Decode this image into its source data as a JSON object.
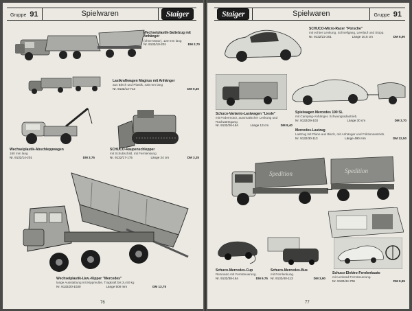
{
  "left_page": {
    "header": {
      "group_label": "Gruppe",
      "group_number": "91",
      "title": "Spielwaren",
      "brand": "Staiger"
    },
    "page_number": "76",
    "items": [
      {
        "title": "Wechselplastik-Sattelzug mit Anhänger",
        "description": "(ohne Motor), 120 mm lang",
        "code": "Nr. 9132/10-201",
        "price": "DM 2,70"
      },
      {
        "title": "Lastkraftwagen Magirus mit Anhänger",
        "description": "aus Blech und Plastik, 430 mm lang",
        "code": "Nr. 9132/12-713",
        "price": "DM 9,30"
      },
      {
        "title": "Wechselplastik-Abschleppwagen",
        "description": "180 mm lang",
        "code": "Nr. 9132/14-201",
        "price": "DM 3,75"
      },
      {
        "title": "SCHUCO-Raupenschlepper",
        "description": "mit Schubschild, mit Fernlenkung",
        "code": "Nr. 9132/17-175",
        "length": "Länge 24 cm",
        "price": "DM 3,25"
      },
      {
        "title": "Wechselplastik-Lkw.-Kipper \"Mercedes\"",
        "description": "lange Ausstattung mit Kippmulde, Tragkraft bis zu 50 kg",
        "code": "Nr. 9132/20-1030",
        "length": "Länge 500 mm",
        "price": "DM 13,75"
      }
    ]
  },
  "right_page": {
    "header": {
      "brand": "Staiger",
      "title": "Spielwaren",
      "group_label": "Gruppe",
      "group_number": "91"
    },
    "page_number": "77",
    "items": [
      {
        "title": "SCHUCO-Micro-Racer \"Porsche\"",
        "description": "mit echter Lenkung, Schnellgang, Leerlauf und Stopp.",
        "code": "Nr. 9132/22-201",
        "length": "Länge 10,5 cm",
        "price": "DM 6,90"
      },
      {
        "title": "Schuco-Varianto-Lastwagen \"Liesle\"",
        "description": "mit Federmotor, automatischer Lenkung und Rückwärtsgang.",
        "code": "Nr. 9132/26-164",
        "length": "Länge 13 cm",
        "price": "DM 8,40"
      },
      {
        "title": "Spielwagen Mercedes 190 SL",
        "description": "mit Camping-Anhänger, Schwungradantrieb.",
        "code": "Nr. 9132/29-103",
        "length": "Länge 30 cm",
        "price": "DM 3,70"
      },
      {
        "title": "Mercedes-Lastzug",
        "description": "Lastzug mit Plane aus Blech, mit Anhänger und Friktionsantrieb.",
        "code": "Nr. 9132/30-113",
        "length": "Länge 490 mm",
        "price": "DM 12,50"
      },
      {
        "title": "Schuco-Mercedes-Cup",
        "description": "Rennauto mit Fernsteuerung.",
        "code": "Nr. 9132/38-164",
        "price": "DM 9,75"
      },
      {
        "title": "Schuco-Mercedes-Bus",
        "description": "mit Fernlenkung.",
        "code": "Nr. 9132/40-113",
        "price": "DM 3,90"
      },
      {
        "title": "Schuco-Elektro-Fernlenkauto",
        "description": "mit Lenkrad-Fernsteuerung.",
        "code": "Nr. 9132/44-706",
        "price": "DM 9,95"
      }
    ]
  }
}
